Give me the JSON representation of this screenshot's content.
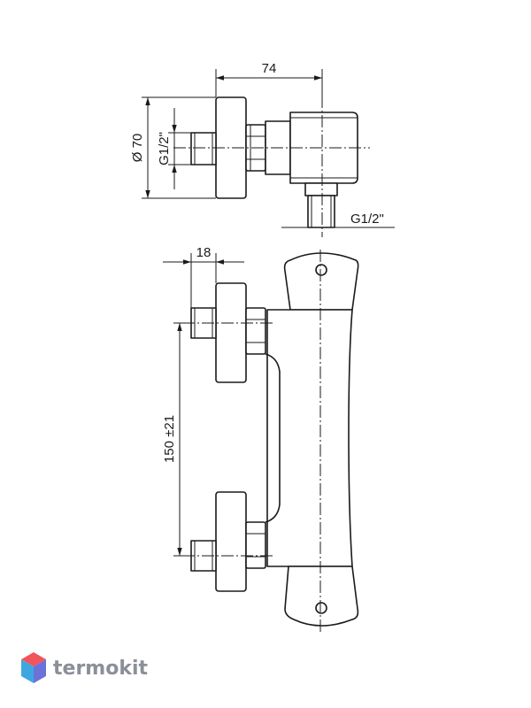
{
  "dimensions": {
    "width_top": "74",
    "diameter": "Ø 70",
    "thread_left": "G1/2\"",
    "thread_bottom": "G1/2\"",
    "width_side": "18",
    "height_side": "150 ±21"
  },
  "logo": {
    "text": "termokit",
    "colors": {
      "top": "#f2545b",
      "left": "#3fa7e0",
      "right": "#6c72d9",
      "text": "#8a8f99"
    }
  }
}
